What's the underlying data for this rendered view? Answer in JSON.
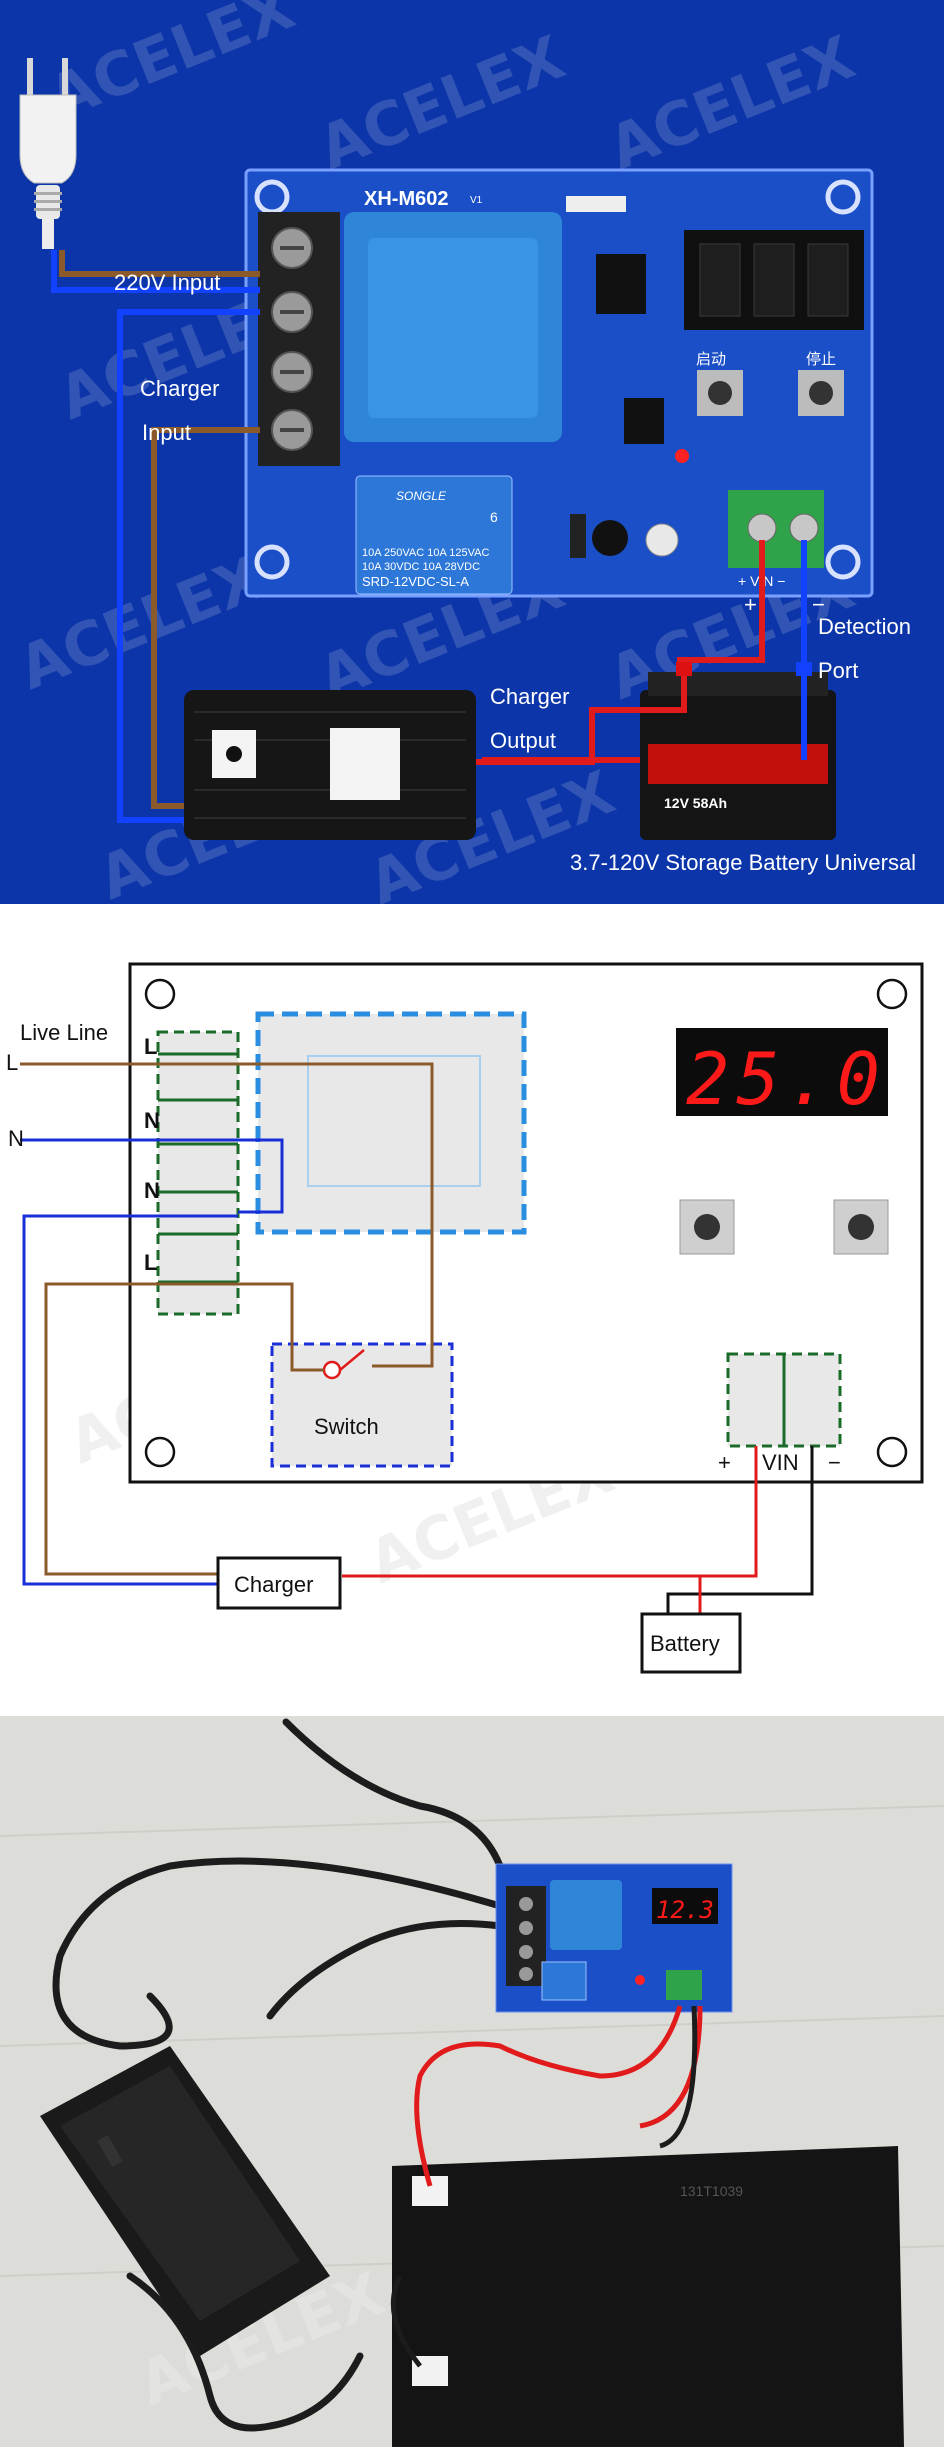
{
  "watermark": "ACELEX",
  "panel_1": {
    "board_model": "XH-M602",
    "board_version": "V1",
    "relay_brand": "SONGLE",
    "relay_lines": [
      "10A 250VAC  10A 125VAC",
      "10A 30VDC  10A 28VDC",
      "SRD-12VDC-SL-A"
    ],
    "relay_number": "6",
    "button_start": "启动",
    "button_stop": "停止",
    "terminal_label": "+  VIN  −",
    "plus_sign": "+",
    "minus_sign": "−",
    "label_input": "220V Input",
    "label_charger": "Charger",
    "label_charger_input": "Input",
    "label_charger_output_1": "Charger",
    "label_charger_output_2": "Output",
    "label_detection_1": "Detection",
    "label_detection_2": "Port",
    "label_battery_universal": "3.7-120V Storage Battery Universal",
    "battery_text": "12V 58Ah",
    "colors": {
      "background": "#0b35a8",
      "board": "#1b4fc7",
      "wire_red": "#e11b1b",
      "wire_blue": "#1242ff",
      "wire_brown": "#8b5a2b"
    }
  },
  "panel_2": {
    "display_value": "25.0",
    "label_live_line": "Live Line",
    "label_L_left": "L",
    "label_N_left": "N",
    "terminal_letters": [
      "L",
      "N",
      "N",
      "L"
    ],
    "label_switch": "Switch",
    "label_charger": "Charger",
    "label_battery": "Battery",
    "vin_label": "VIN",
    "plus_sign": "+",
    "minus_sign": "−",
    "colors": {
      "display_digits": "#ff1a1a",
      "terminal_border": "#1a6b2a",
      "transformer_border": "#2a8ee0",
      "switch_border": "#1a2ed8"
    }
  },
  "panel_3": {
    "display_value": "12.3",
    "battery_code": "131T1039",
    "colors": {
      "table": "#dcdcd8",
      "board": "#1b4fc7",
      "wire_red": "#e11b1b"
    }
  }
}
